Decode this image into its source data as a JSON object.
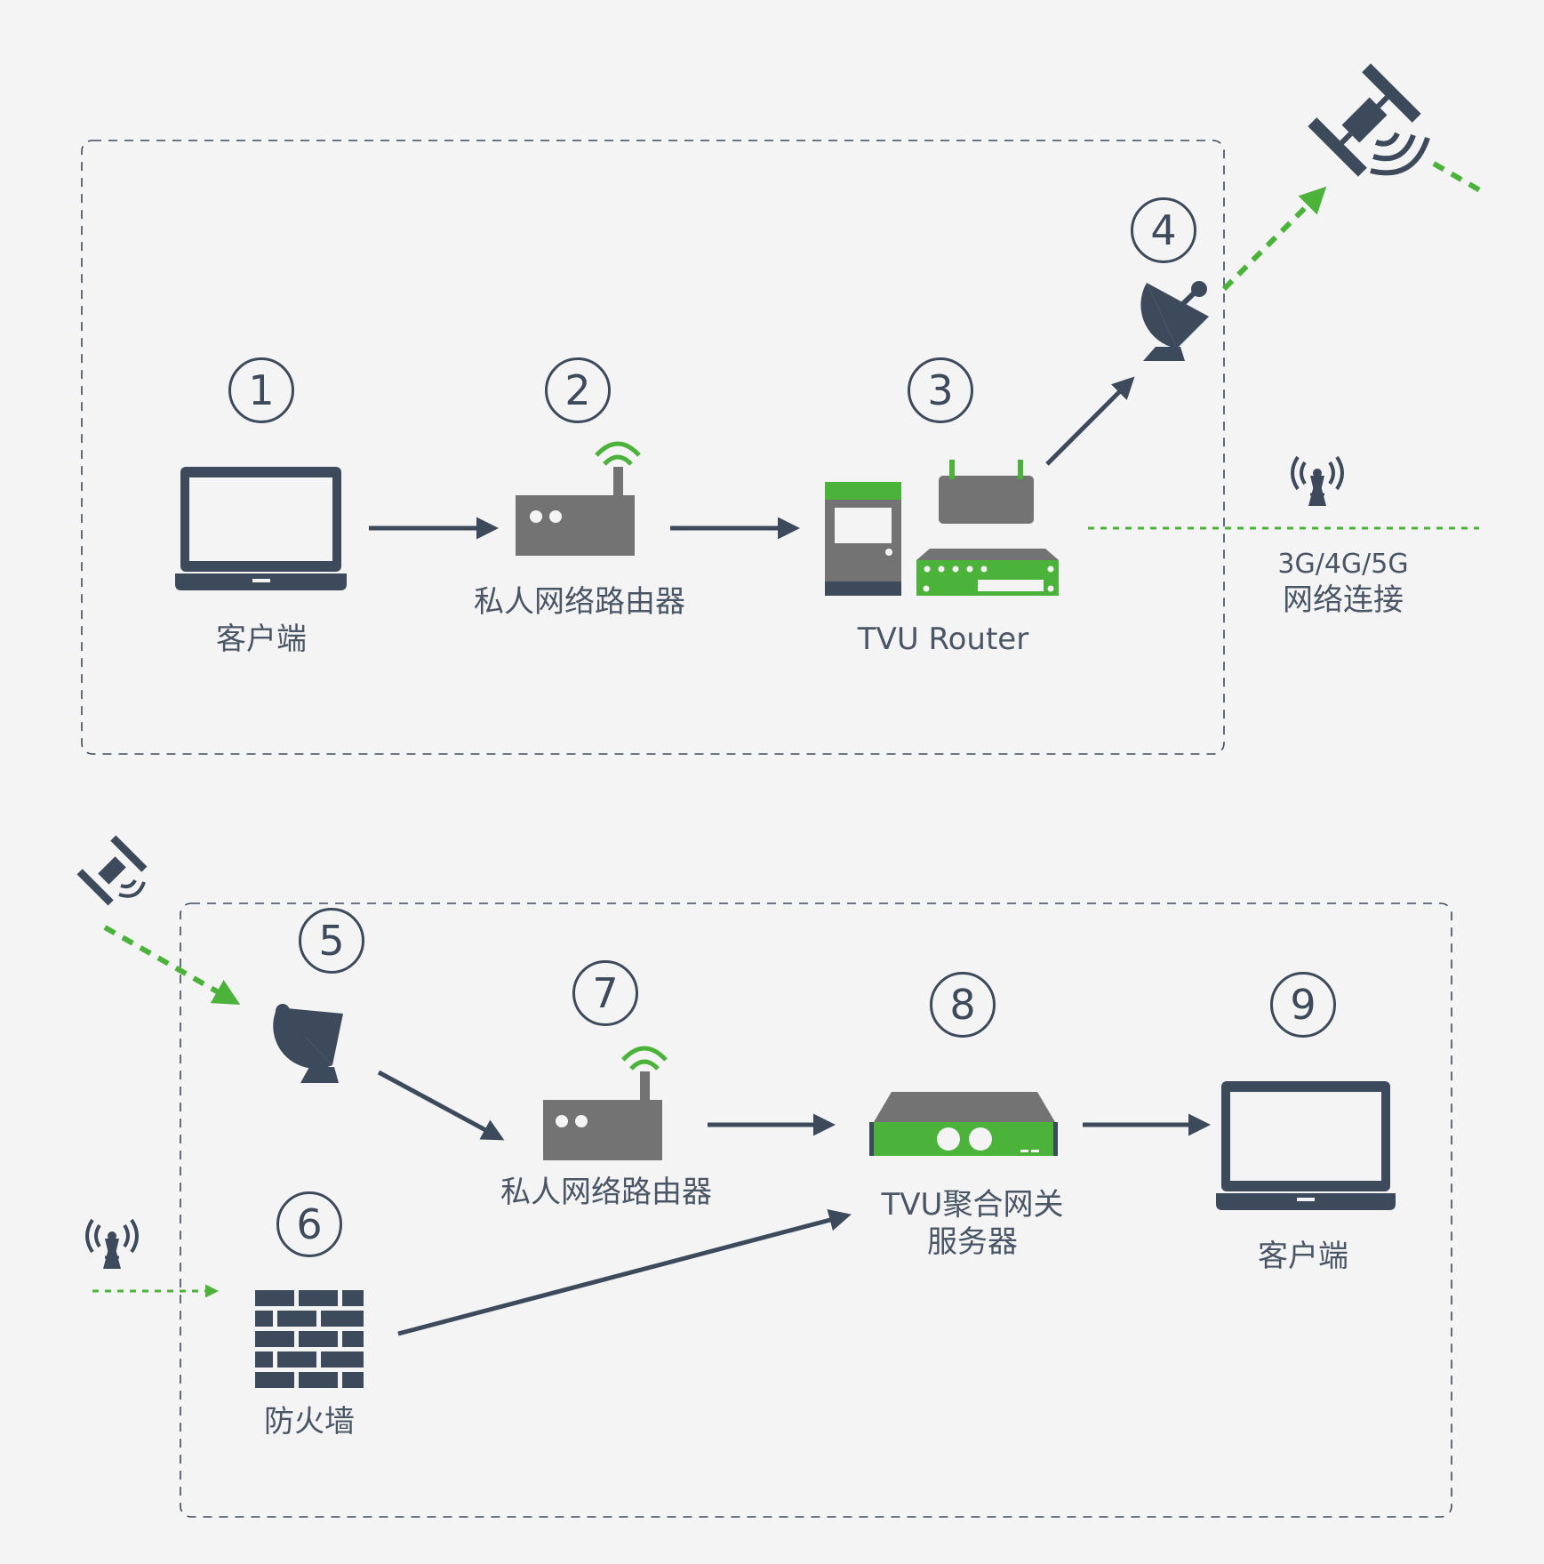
{
  "colors": {
    "background": "#f4f4f4",
    "arrow": "#3d4a5c",
    "accent_green": "#4bb33a",
    "device_gray": "#737373",
    "boundary": "#3d4a5c"
  },
  "top_group": {
    "step1": {
      "number": "1",
      "label": "客户端",
      "icon": "laptop-icon"
    },
    "step2": {
      "number": "2",
      "label": "私人网络路由器",
      "icon": "wifi-router-icon"
    },
    "step3": {
      "number": "3",
      "label": "TVU Router",
      "icon": "tvu-router-icon"
    },
    "step4": {
      "number": "4",
      "icon": "satellite-dish-icon"
    },
    "network": {
      "line1": "3G/4G/5G",
      "line2": "网络连接",
      "icon": "cell-tower-icon"
    },
    "satellite": {
      "icon": "satellite-icon"
    }
  },
  "bottom_group": {
    "step5": {
      "number": "5",
      "icon": "satellite-dish-icon"
    },
    "step6": {
      "number": "6",
      "label": "防火墙",
      "icon": "firewall-icon"
    },
    "step7": {
      "number": "7",
      "label": "私人网络路由器",
      "icon": "wifi-router-icon"
    },
    "step8": {
      "number": "8",
      "label_line1": "TVU聚合网关",
      "label_line2": "服务器",
      "icon": "gateway-server-icon"
    },
    "step9": {
      "number": "9",
      "label": "客户端",
      "icon": "laptop-icon"
    },
    "satellite": {
      "icon": "satellite-icon"
    },
    "tower": {
      "icon": "cell-tower-icon"
    }
  }
}
